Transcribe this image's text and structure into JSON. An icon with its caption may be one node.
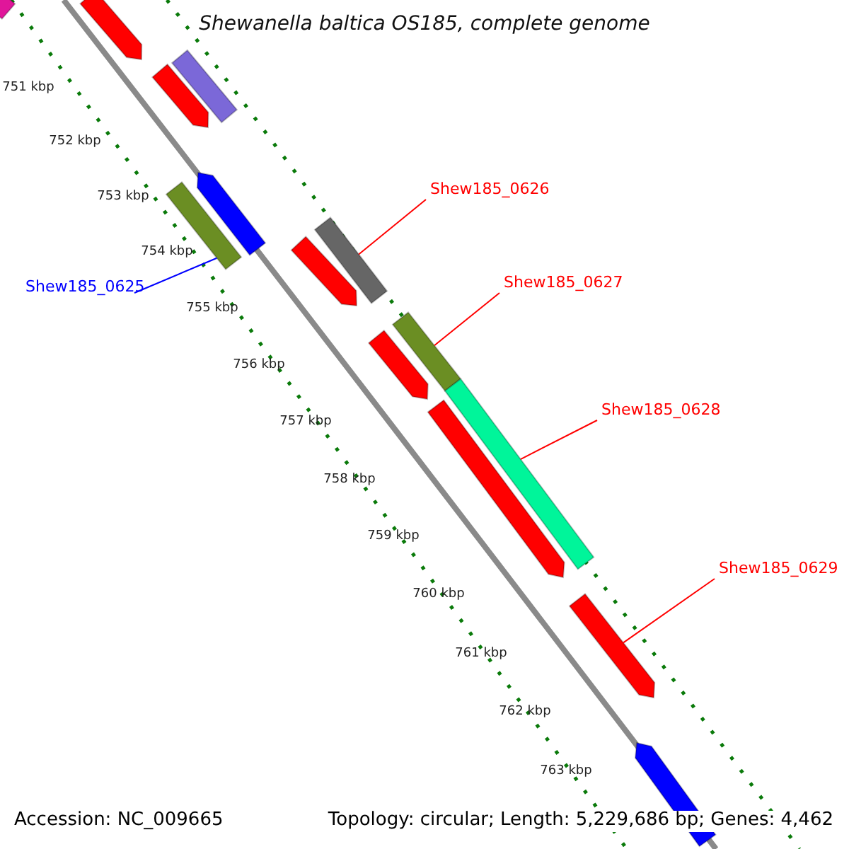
{
  "diagram": {
    "title": "Shewanella baltica OS185, complete genome",
    "nodes": [
      {
        "text": [
          "Shew185_0626"
        ]
      },
      {
        "text": [
          "Shew185_0627"
        ]
      },
      {
        "text": [
          "Shew185_0625"
        ]
      },
      {
        "text": [
          "Shew185_0628"
        ]
      },
      {
        "text": [
          "Shew185_0629"
        ]
      },
      {
        "text": [],
        "shape": "bar"
      },
      {
        "text": [],
        "shape": "bar"
      },
      {
        "text": [],
        "shape": "bar"
      },
      {
        "text": [],
        "shape": "bar"
      },
      {
        "text": [],
        "shape": "bar"
      },
      {
        "text": [],
        "shape": "bar"
      },
      {
        "text": [],
        "shape": "bar"
      },
      {
        "text": [],
        "shape": "bar"
      },
      {
        "text": [],
        "shape": "bar"
      },
      {
        "text": [],
        "shape": "bar"
      },
      {
        "text": [],
        "shape": "bar"
      },
      {
        "text": [],
        "shape": "bar"
      },
      {
        "text": [],
        "shape": "bar"
      },
      {
        "text": [],
        "shape": "bar"
      }
    ],
    "edges": [
      {
        "from": 0,
        "to": 11,
        "arrow": "none"
      },
      {
        "from": 1,
        "to": 13,
        "arrow": "none"
      },
      {
        "from": 2,
        "to": 10,
        "arrow": "none",
        "color": "#0000ff"
      },
      {
        "from": 3,
        "to": 15,
        "arrow": "none"
      },
      {
        "from": 4,
        "to": 17,
        "arrow": "none"
      }
    ],
    "labels": [
      "751 kbp",
      "752 kbp",
      "753 kbp",
      "754 kbp",
      "755 kbp",
      "756 kbp",
      "757 kbp",
      "758 kbp",
      "759 kbp",
      "760 kbp",
      "761 kbp",
      "762 kbp",
      "763 kbp",
      "Accession: NC_009665",
      "Topology: circular; Length: 5,229,686 bp; Genes: 4,462"
    ]
  }
}
